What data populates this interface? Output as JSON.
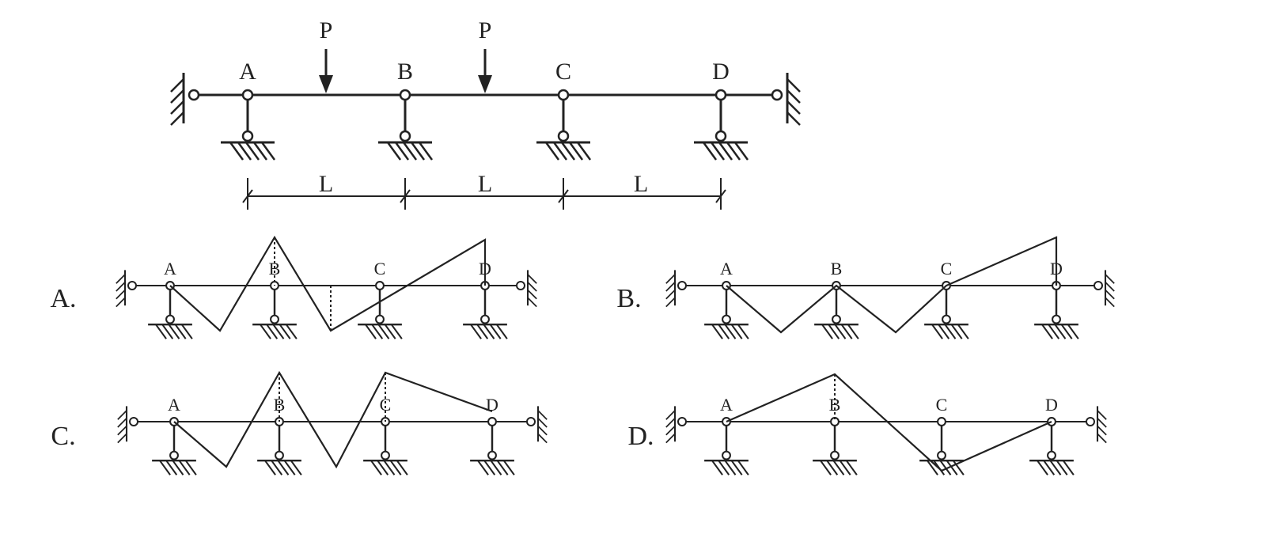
{
  "main": {
    "load_label": "P",
    "support_labels": [
      "A",
      "B",
      "C",
      "D"
    ],
    "span_label": "L"
  },
  "options": [
    {
      "label": "A.",
      "point_labels": [
        "A",
        "B",
        "C",
        "D"
      ]
    },
    {
      "label": "B.",
      "point_labels": [
        "A",
        "B",
        "C",
        "D"
      ]
    },
    {
      "label": "C.",
      "point_labels": [
        "A",
        "B",
        "C",
        "D"
      ]
    },
    {
      "label": "D.",
      "point_labels": [
        "A",
        "B",
        "C",
        "D"
      ]
    }
  ]
}
